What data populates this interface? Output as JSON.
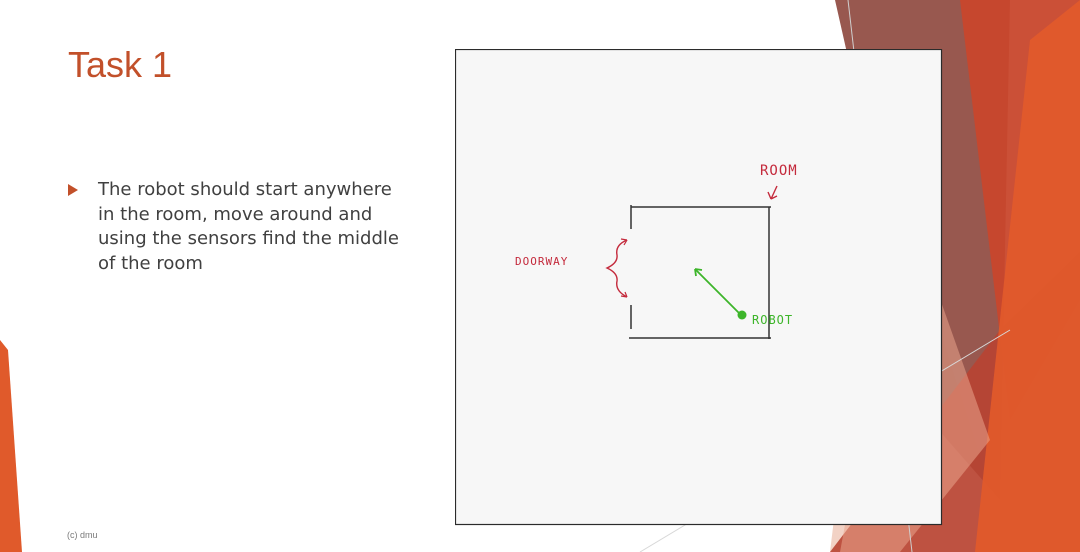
{
  "slide": {
    "title": "Task 1",
    "bullet": "The robot should start anywhere in the room, move around and using the sensors find the middle of the room",
    "footer": "(c) dmu"
  },
  "sketch": {
    "room_label": "ROOM",
    "doorway_label": "DOORWAY",
    "robot_label": "ROBOT",
    "colors": {
      "room_label": "#c42a3c",
      "doorway_label": "#c42a3c",
      "robot": "#3db52a",
      "lines": "#333333"
    }
  },
  "theme": {
    "accent": "#c2502a",
    "shapes": [
      "#8f4a40",
      "#c24530",
      "#e0542a",
      "#d9927c",
      "#f2c8b8"
    ]
  }
}
